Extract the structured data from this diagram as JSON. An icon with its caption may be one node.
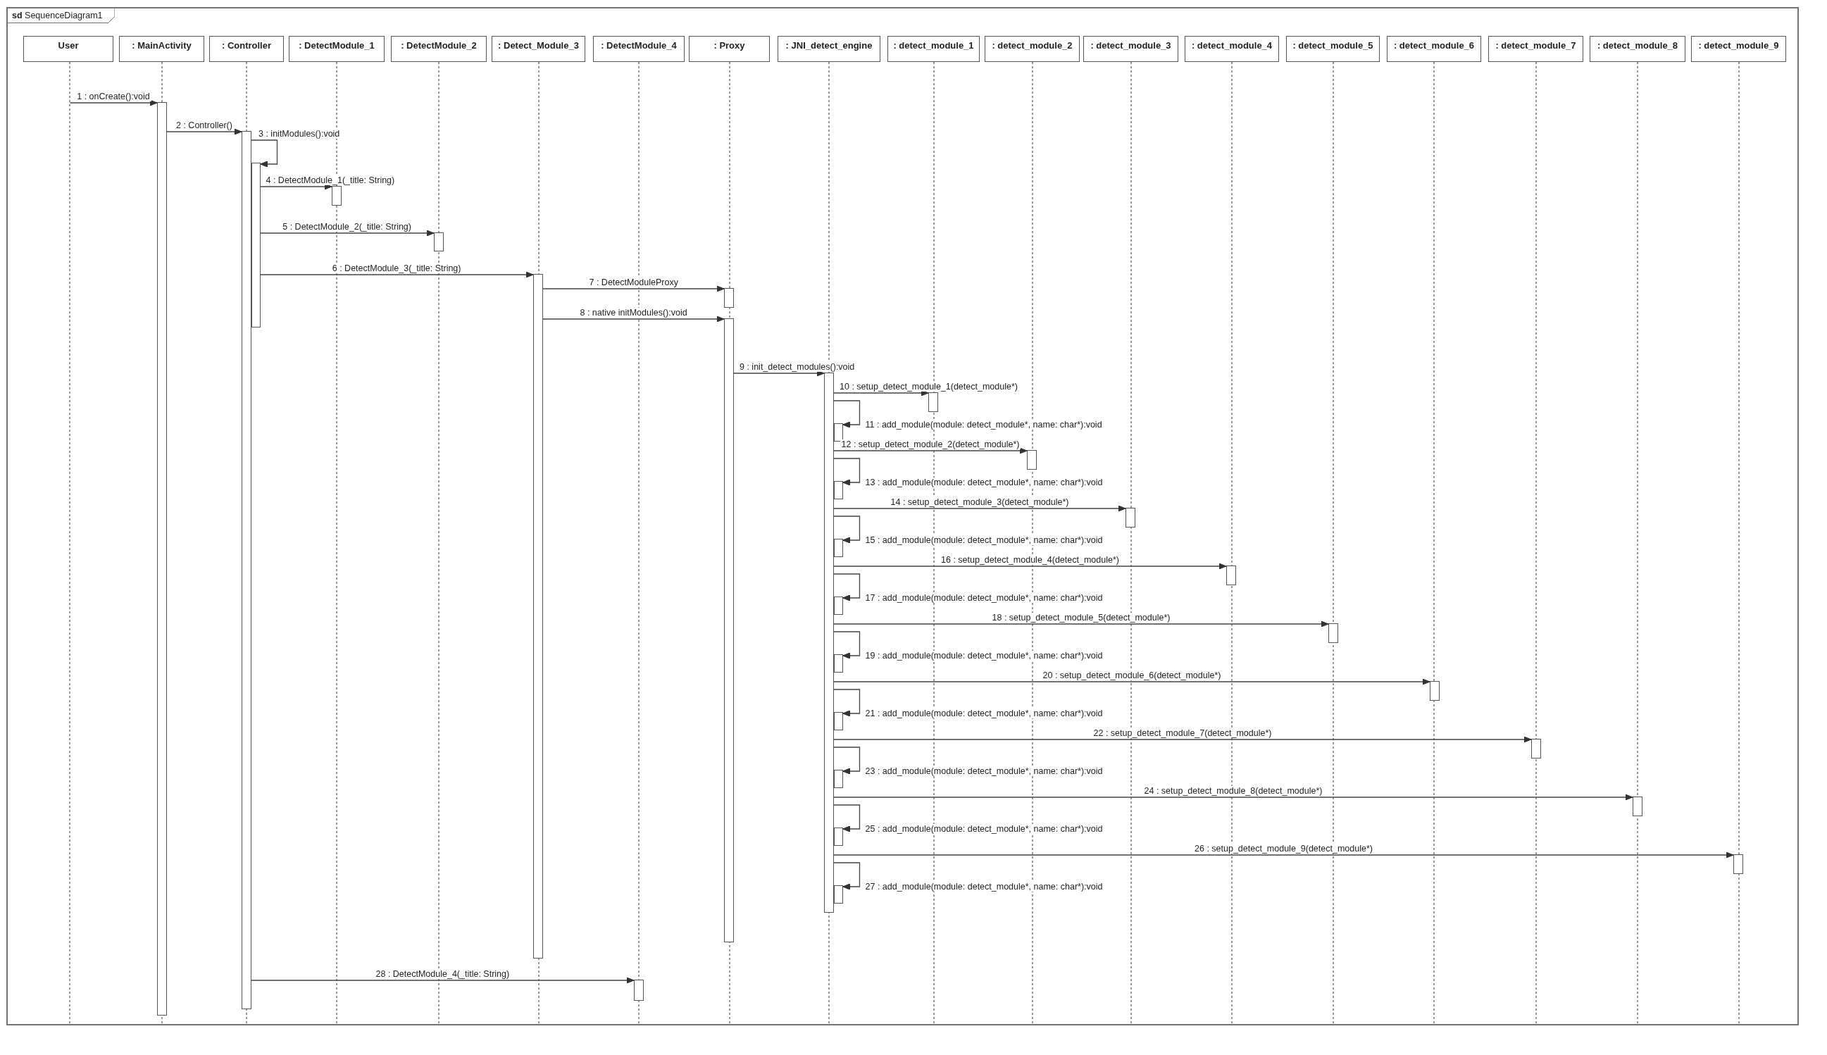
{
  "diagram": {
    "nodes": [
      {
        "text": [
          "**sd** SequenceDiagram1"
        ]
      },
      {
        "text": [
          "User"
        ],
        "in": 0
      },
      {
        "text": [
          ": MainActivity"
        ],
        "in": 0
      },
      {
        "text": [
          ": Controller"
        ],
        "in": 0
      },
      {
        "text": [
          ": DetectModule_1"
        ],
        "in": 0
      },
      {
        "text": [
          ": DetectModule_2"
        ],
        "in": 0
      },
      {
        "text": [
          ": Detect_Module_3"
        ],
        "in": 0
      },
      {
        "text": [
          ": DetectModule_4"
        ],
        "in": 0
      },
      {
        "text": [
          ": Proxy"
        ],
        "in": 0
      },
      {
        "text": [
          ": JNI_detect_engine"
        ],
        "in": 0
      },
      {
        "text": [
          ": detect_module_1"
        ],
        "in": 0
      },
      {
        "text": [
          ": detect_module_2"
        ],
        "in": 0
      },
      {
        "text": [
          ": detect_module_3"
        ],
        "in": 0
      },
      {
        "text": [
          ": detect_module_4"
        ],
        "in": 0
      },
      {
        "text": [
          ": detect_module_5"
        ],
        "in": 0
      },
      {
        "text": [
          ": detect_module_6"
        ],
        "in": 0
      },
      {
        "text": [
          ": detect_module_7"
        ],
        "in": 0
      },
      {
        "text": [
          ": detect_module_8"
        ],
        "in": 0
      },
      {
        "text": [
          ": detect_module_9"
        ],
        "in": 0
      },
      {
        "text": [],
        "shape": "line",
        "in": 0
      },
      {
        "text": [],
        "shape": "bar",
        "in": 0
      },
      {
        "text": [],
        "shape": "bar",
        "in": 0
      },
      {
        "text": [],
        "shape": "bar",
        "in": 0
      },
      {
        "text": [],
        "shape": "bar",
        "in": 0
      },
      {
        "text": [],
        "shape": "bar",
        "in": 0
      },
      {
        "text": [],
        "shape": "bar",
        "in": 0
      },
      {
        "text": [],
        "shape": "bar",
        "in": 0
      },
      {
        "text": [],
        "shape": "bar",
        "in": 0
      },
      {
        "text": [],
        "shape": "bar",
        "in": 0
      },
      {
        "text": [],
        "shape": "bar",
        "in": 0
      },
      {
        "text": [],
        "shape": "bar",
        "in": 0
      },
      {
        "text": [],
        "shape": "bar",
        "in": 0
      },
      {
        "text": [],
        "shape": "bar",
        "in": 0
      },
      {
        "text": [],
        "shape": "bar",
        "in": 0
      },
      {
        "text": [],
        "shape": "bar",
        "in": 0
      },
      {
        "text": [],
        "shape": "bar",
        "in": 0
      },
      {
        "text": [],
        "shape": "bar",
        "in": 0
      },
      {
        "text": [],
        "shape": "bar",
        "in": 0
      },
      {
        "text": [],
        "shape": "bar",
        "in": 0
      },
      {
        "text": [],
        "shape": "bar",
        "in": 0
      },
      {
        "text": [],
        "shape": "bar",
        "in": 0
      },
      {
        "text": [],
        "shape": "bar",
        "in": 0
      },
      {
        "text": [],
        "shape": "bar",
        "in": 0
      },
      {
        "text": [],
        "shape": "bar",
        "in": 0
      },
      {
        "text": [],
        "shape": "bar",
        "in": 0
      },
      {
        "text": [],
        "shape": "bar",
        "in": 0
      },
      {
        "text": [],
        "shape": "bar",
        "in": 0
      },
      {
        "text": [],
        "shape": "bar",
        "in": 0
      }
    ],
    "edges": [
      {
        "from": 19,
        "to": 20,
        "arrow": "to",
        "label": "1 : onCreate():void"
      },
      {
        "from": 20,
        "to": 21,
        "arrow": "to",
        "label": "2 : Controller()"
      },
      {
        "from": 21,
        "to": 22,
        "arrow": "to",
        "label": "3 : initModules():void"
      },
      {
        "from": 22,
        "to": 23,
        "arrow": "to",
        "label": "4 : DetectModule_1(_title: String)"
      },
      {
        "from": 22,
        "to": 24,
        "arrow": "to",
        "label": "5 : DetectModule_2(_title: String)"
      },
      {
        "from": 22,
        "to": 25,
        "arrow": "to",
        "label": "6 : DetectModule_3(_title: String)"
      },
      {
        "from": 25,
        "to": 26,
        "arrow": "to",
        "label": "7 : DetectModuleProxy"
      },
      {
        "from": 25,
        "to": 27,
        "arrow": "to",
        "label": "8 : native initModules():void"
      },
      {
        "from": 27,
        "to": 28,
        "arrow": "to",
        "label": "9 : init_detect_modules():void"
      },
      {
        "from": 28,
        "to": 29,
        "arrow": "to",
        "label": "10 : setup_detect_module_1(detect_module*)"
      },
      {
        "from": 28,
        "to": 30,
        "arrow": "to",
        "label": "11 : add_module(module: detect_module*, name: char*):void"
      },
      {
        "from": 28,
        "to": 31,
        "arrow": "to",
        "label": "12 : setup_detect_module_2(detect_module*)"
      },
      {
        "from": 28,
        "to": 32,
        "arrow": "to",
        "label": "13 : add_module(module: detect_module*, name: char*):void"
      },
      {
        "from": 28,
        "to": 33,
        "arrow": "to",
        "label": "14 : setup_detect_module_3(detect_module*)"
      },
      {
        "from": 28,
        "to": 34,
        "arrow": "to",
        "label": "15 : add_module(module: detect_module*, name: char*):void"
      },
      {
        "from": 28,
        "to": 35,
        "arrow": "to",
        "label": "16 : setup_detect_module_4(detect_module*)"
      },
      {
        "from": 28,
        "to": 36,
        "arrow": "to",
        "label": "17 : add_module(module: detect_module*, name: char*):void"
      },
      {
        "from": 28,
        "to": 37,
        "arrow": "to",
        "label": "18 : setup_detect_module_5(detect_module*)"
      },
      {
        "from": 28,
        "to": 38,
        "arrow": "to",
        "label": "19 : add_module(module: detect_module*, name: char*):void"
      },
      {
        "from": 28,
        "to": 39,
        "arrow": "to",
        "label": "20 : setup_detect_module_6(detect_module*)"
      },
      {
        "from": 28,
        "to": 40,
        "arrow": "to",
        "label": "21 : add_module(module: detect_module*, name: char*):void"
      },
      {
        "from": 28,
        "to": 41,
        "arrow": "to",
        "label": "22 : setup_detect_module_7(detect_module*)"
      },
      {
        "from": 28,
        "to": 42,
        "arrow": "to",
        "label": "23 : add_module(module: detect_module*, name: char*):void"
      },
      {
        "from": 28,
        "to": 43,
        "arrow": "to",
        "label": "24 : setup_detect_module_8(detect_module*)"
      },
      {
        "from": 28,
        "to": 44,
        "arrow": "to",
        "label": "25 : add_module(module: detect_module*, name: char*):void"
      },
      {
        "from": 28,
        "to": 45,
        "arrow": "to",
        "label": "26 : setup_detect_module_9(detect_module*)"
      },
      {
        "from": 28,
        "to": 46,
        "arrow": "to",
        "label": "27 : add_module(module: detect_module*, name: char*):void"
      },
      {
        "from": 21,
        "to": 47,
        "arrow": "to",
        "label": "28 : DetectModule_4(_title: String)"
      }
    ]
  }
}
